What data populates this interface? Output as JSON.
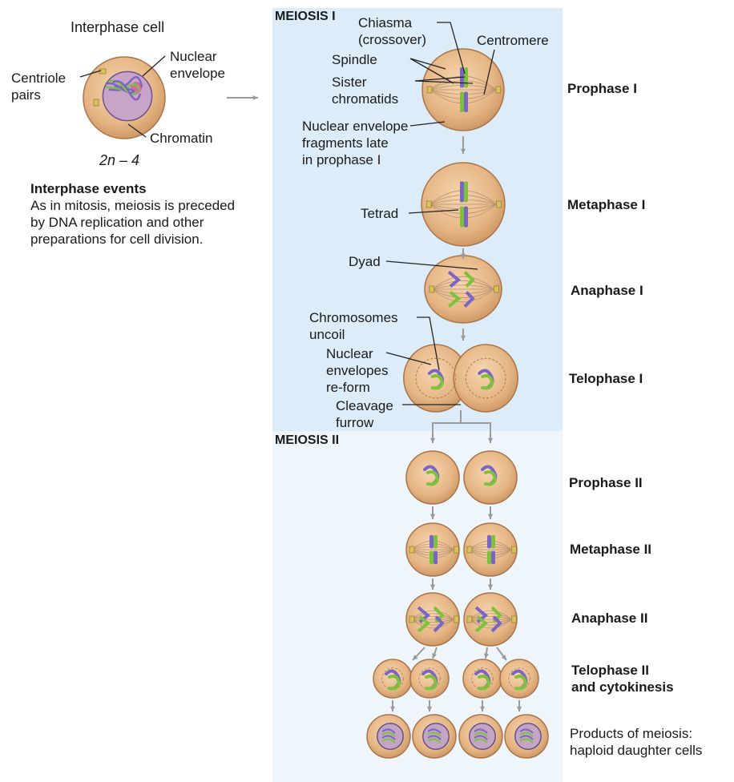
{
  "interphase": {
    "title": "Interphase cell",
    "labels": {
      "centriole": "Centriole\npairs",
      "nuclear_envelope": "Nuclear\nenvelope",
      "chromatin": "Chromatin"
    },
    "ploidy": "2n – 4",
    "events_heading": "Interphase events",
    "events_text": "As in mitosis, meiosis is preceded\nby DNA replication and other\npreparations for cell division."
  },
  "meiosis1": {
    "heading": "MEIOSIS I",
    "labels": {
      "chiasma": "Chiasma\n(crossover)",
      "centromere": "Centromere",
      "spindle": "Spindle",
      "sister_chromatids": "Sister\nchromatids",
      "nuclear_fragments": "Nuclear envelope\nfragments late\nin prophase I",
      "tetrad": "Tetrad",
      "dyad": "Dyad",
      "chromosomes_uncoil": "Chromosomes\nuncoil",
      "envelopes_reform": "Nuclear\nenvelopes\nre-form",
      "cleavage_furrow": "Cleavage\nfurrow"
    },
    "phases": [
      "Prophase I",
      "Metaphase I",
      "Anaphase I",
      "Telophase I"
    ]
  },
  "meiosis2": {
    "heading": "MEIOSIS II",
    "phases": [
      "Prophase II",
      "Metaphase II",
      "Anaphase II",
      "Telophase II\nand cytokinesis"
    ]
  },
  "products": "Products of meiosis:\nhaploid daughter cells",
  "colors": {
    "panel1": "#dcedf9",
    "panel2": "#eaf4fb",
    "cell_fill": "#e7b98a",
    "cell_edge": "#a9744a",
    "chrom_purple": "#7b65c4",
    "chrom_green": "#7ec23c",
    "arrow": "#9a9a9a"
  }
}
